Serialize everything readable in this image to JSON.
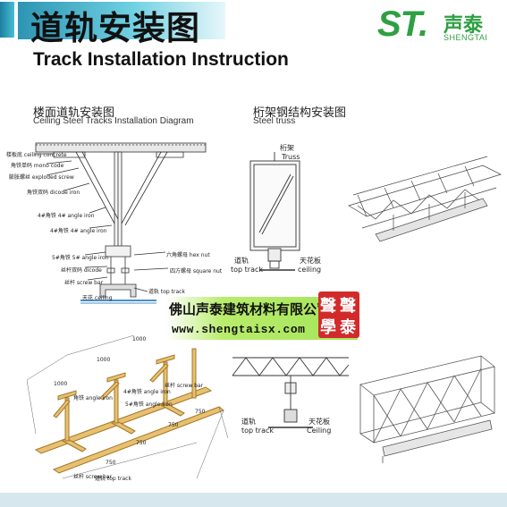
{
  "header": {
    "title_cn": "道轨安装图",
    "title_en": "Track Installation Instruction"
  },
  "logo": {
    "letters": "ST.",
    "cn": "声泰",
    "en": "SHENGTAI"
  },
  "section_ceiling": {
    "title_cn": "楼面道轨安装图",
    "title_en": "Ceiling Steel Tracks Installation Diagram",
    "labels": {
      "ceiling_concrete": "楼板底 ceiling concrete",
      "mono_code": "角铁单码 mono code",
      "exploded_screw": "膨胀螺丝 exploded screw",
      "dicode_iron": "角铁双码 dicode iron",
      "angle_iron_4a": "4#角铁 4# angle iron",
      "angle_iron_4b": "4#角铁 4# angle iron",
      "angle_iron_5": "5#角铁 5# angle iron",
      "dicode": "丝杆双码 dicode",
      "screw_bar": "丝杆 screw bar",
      "hex_nut": "六角螺母 hex nut",
      "square_nut": "四方螺母 square nut",
      "ceiling": "天花 ceiling",
      "top_track": "道轨 top track"
    }
  },
  "section_truss": {
    "title_cn": "桁架钢结构安装图",
    "title_en": "Steel truss",
    "labels": {
      "truss_cn": "桁架",
      "truss_en": "Truss",
      "top_track_cn": "道轨",
      "top_track_en": "top track",
      "ceiling_cn": "天花板",
      "ceiling_en": "ceiling",
      "top_track2_cn": "道轨",
      "top_track2_en": "top track",
      "ceiling2_cn": "天花板",
      "ceiling2_en": "Ceiling"
    }
  },
  "banner": {
    "company": "佛山声泰建筑材料有限公司",
    "url": "www.shengtaisx.com",
    "seal_chars": [
      "聲",
      "聲",
      "學",
      "泰"
    ]
  },
  "iso_diagram": {
    "dims": [
      "1000",
      "1000",
      "1000",
      "750",
      "750",
      "750",
      "750"
    ],
    "labels": {
      "screw_bar_a": "丝杆 screw bar",
      "angle_iron_4": "4#角铁 angle iron",
      "angle_iron_5": "5#角铁 angle iron",
      "angle_iron": "角铁 angle iron",
      "screw_bar_b": "丝杆 screw bar",
      "top_track": "道轨 top track"
    }
  },
  "colors": {
    "accent_teal": "#3aa9c6",
    "logo_green": "#2ea043",
    "banner_green": "#a4e45a",
    "seal_red": "#d22a2a",
    "wood": "#e8c070"
  }
}
